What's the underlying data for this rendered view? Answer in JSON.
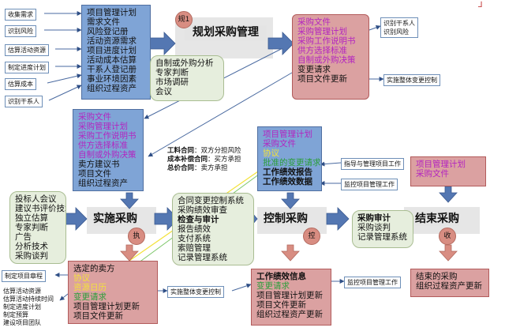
{
  "left_inputs": [
    "收集需求",
    "识别风险",
    "估算活动资源",
    "制定进度计划",
    "估算成本",
    "识别干系人"
  ],
  "plan": {
    "inputs": [
      "项目管理计划",
      "需求文件",
      "风险登记册",
      "活动资源需求",
      "项目进度计划",
      "活动成本估算",
      "干系人登记册",
      "事业环境因素",
      "组织过程资产"
    ],
    "title": "规划采购管理",
    "badge": "规1",
    "tools": [
      "自制或外购分析",
      "专家判断",
      "市场调研",
      "会议"
    ],
    "outputs_magenta": [
      "采购文件",
      "采购管理计划",
      "采购工作说明书",
      "供方选择标准",
      "自制或外购决策"
    ],
    "outputs_black": [
      "变更请求",
      "项目文件更新"
    ],
    "to_labels": [
      "识别干系人",
      "识别风险"
    ],
    "change_label": "实施整体变更控制"
  },
  "conduct": {
    "inputs_magenta": [
      "采购文件",
      "采购管理计划",
      "采购工作说明书",
      "供方选择标准",
      "自制或外购决策"
    ],
    "inputs_black": [
      "卖方建议书",
      "项目文件",
      "组织过程资产"
    ],
    "title": "实施采购",
    "badge": "执",
    "tools": [
      "投标人会议",
      "建议书评价技术",
      "独立估算",
      "专家判断",
      "广告",
      "分析技术",
      "采购谈判"
    ],
    "outputs_black": [
      "选定的卖方"
    ],
    "outputs_yellow": [
      "协议",
      "资源日历"
    ],
    "outputs_green": [
      "变更请求"
    ],
    "outputs_black2": [
      "项目管理计划更新",
      "项目文件更新"
    ],
    "to_label": "制定项目章程",
    "to_list": [
      "估算活动资源",
      "估算活动持续时间",
      "制定进度计划",
      "制定预算",
      "建设项目团队"
    ],
    "change_label": "实施整体变更控制"
  },
  "contract_types": [
    {
      "label": "工料合同",
      "text": "双方分担风险"
    },
    {
      "label": "成本补偿合同",
      "text": "买方承担"
    },
    {
      "label": "总价合同",
      "text": "卖方承担"
    }
  ],
  "control": {
    "inputs_magenta": [
      "项目管理计划",
      "采购文件"
    ],
    "inputs_yellow": [
      "协议"
    ],
    "inputs_green": [
      "批准的变更请求"
    ],
    "inputs_bold": [
      "工作绩效报告",
      "工作绩效数据"
    ],
    "title": "控制采购",
    "badge": "控",
    "tools": [
      "合同变更控制系统",
      "采购绩效审查",
      "检查与审计",
      "报告绩效",
      "支付系统",
      "索赔管理",
      "记录管理系统"
    ],
    "outputs_bold": [
      "工作绩效信息"
    ],
    "outputs_green": [
      "变更请求"
    ],
    "outputs_black": [
      "项目管理计划更新",
      "项目文件更新",
      "组织过程资产更新"
    ],
    "from_labels": [
      "指导与管理项目工作",
      "监控项目管理工作"
    ],
    "to_label": "监控项目管理工作"
  },
  "close": {
    "inputs_magenta": [
      "项目管理计划",
      "采购文件"
    ],
    "title": "结束采购",
    "badge": "收",
    "tools": [
      "采购审计",
      "采购谈判",
      "记录管理系统"
    ],
    "outputs": [
      "结束的采购",
      "组织过程资产更新"
    ]
  },
  "corner_mark": "⅃"
}
